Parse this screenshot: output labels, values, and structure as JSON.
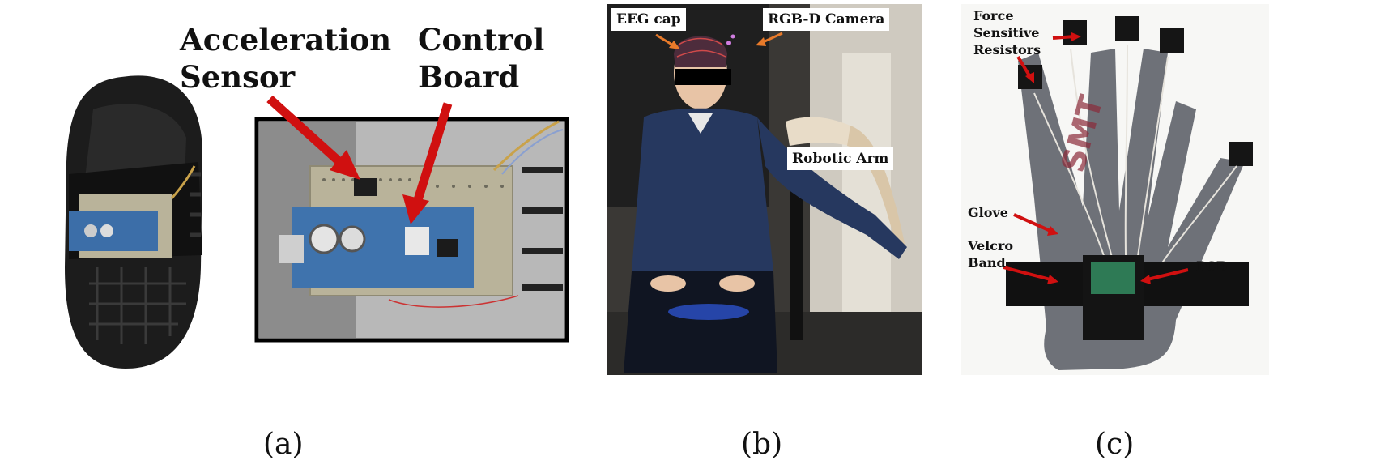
{
  "panel_a": {
    "label_accel": [
      "Acceleration",
      "Sensor"
    ],
    "label_control": [
      "Control",
      "Board"
    ],
    "caption": "(a)"
  },
  "panel_b": {
    "tag_eeg": "EEG cap",
    "tag_camera": "RGB-D Camera",
    "tag_arm": "Robotic Arm",
    "caption": "(b)"
  },
  "panel_c": {
    "label_fsr": [
      "Force",
      "Sensitive",
      "Resistors"
    ],
    "label_glove": "Glove",
    "label_velcro": [
      "Velcro",
      "Band"
    ],
    "label_pcb": "PCB",
    "caption": "(c)"
  },
  "colors": {
    "arrow_red": "#d01010",
    "arrow_orange": "#e87a2a",
    "sandal": "#1c1c1c",
    "board": "#b9b39a",
    "shirt": "#26385f",
    "glove": "#6e7178"
  }
}
